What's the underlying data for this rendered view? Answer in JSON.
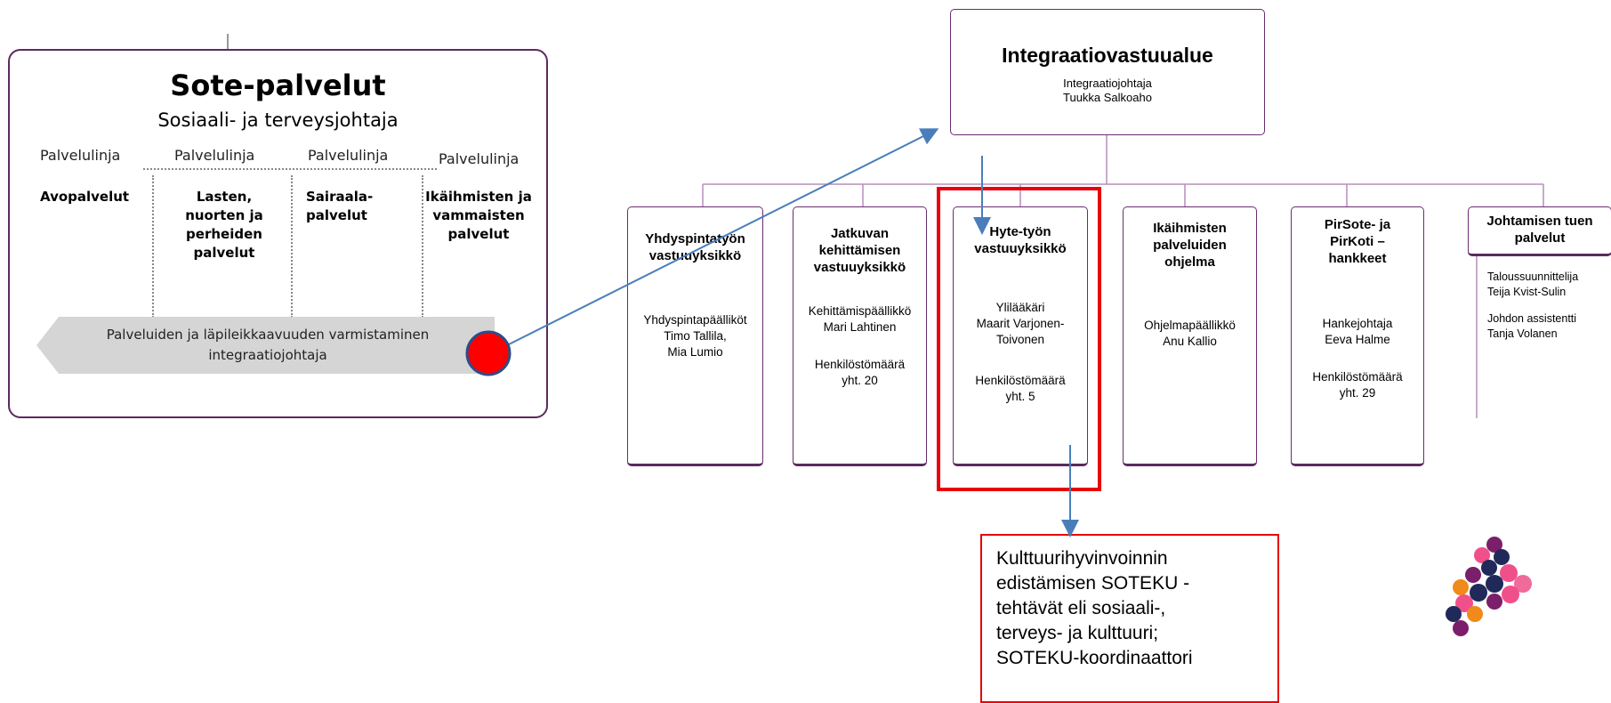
{
  "sote": {
    "title": "Sote-palvelut",
    "subtitle": "Sosiaali- ja terveysjohtaja",
    "lines": [
      {
        "label": "Palvelulinja",
        "service": "Avopalvelut"
      },
      {
        "label": "Palvelulinja",
        "service": "Lasten, nuorten ja perheiden palvelut"
      },
      {
        "label": "Palvelulinja",
        "service": "Sairaala- palvelut"
      },
      {
        "label": "Palvelulinja",
        "service": "Ikäihmisten ja vammaisten palvelut"
      }
    ],
    "arrow_line1": "Palveluiden ja läpileikkaavuuden varmistaminen",
    "arrow_line2": "integraatiojohtaja"
  },
  "org": {
    "top": {
      "title": "Integraatiovastuualue",
      "role": "Integraatiojohtaja",
      "name": "Tuukka Salkoaho"
    },
    "units": [
      {
        "title1": "Yhdyspintatyön",
        "title2": "vastuuyksikkö",
        "title3": "",
        "p1": "Yhdyspintapäälliköt",
        "p2": "Timo Tallila,",
        "p3": "Mia Lumio",
        "p4": "",
        "p5": ""
      },
      {
        "title1": "Jatkuvan",
        "title2": "kehittämisen",
        "title3": "vastuuyksikkö",
        "p1": "Kehittämispäällikkö",
        "p2": "Mari Lahtinen",
        "p3": "",
        "p4": "Henkilöstömäärä",
        "p5": "yht. 20"
      },
      {
        "title1": "Hyte-työn",
        "title2": "vastuuyksikkö",
        "title3": "",
        "p1": "Ylilääkäri",
        "p2": "Maarit Varjonen-",
        "p3": "Toivonen",
        "p4": "Henkilöstömäärä",
        "p5": "yht. 5"
      },
      {
        "title1": "Ikäihmisten",
        "title2": "palveluiden",
        "title3": "ohjelma",
        "p1": "Ohjelmapäällikkö",
        "p2": "Anu Kallio",
        "p3": "",
        "p4": "",
        "p5": ""
      },
      {
        "title1": "PirSote- ja",
        "title2": "PirKoti –",
        "title3": "hankkeet",
        "p1": "Hankejohtaja",
        "p2": "Eeva Halme",
        "p3": "",
        "p4": "Henkilöstömäärä",
        "p5": "yht. 29"
      },
      {
        "title1": "Johtamisen tuen",
        "title2": "palvelut",
        "title3": "",
        "p1": "Taloussuunnittelija",
        "p2": "Teija Kvist-Sulin",
        "p3": "Johdon assistentti",
        "p4": "Tanja Volanen",
        "p5": ""
      }
    ]
  },
  "note": {
    "l1": "Kulttuurihyvinvoinnin",
    "l2": "edistämisen SOTEKU -",
    "l3": "tehtävät eli sosiaali-,",
    "l4": "terveys- ja kulttuuri;",
    "l5": "SOTEKU-koordinaattori"
  },
  "colors": {
    "frame": "#6a2c70",
    "highlight": "#e8000b",
    "connector": "#4a7ebb",
    "marker": "#ff0000",
    "arrow_fill": "#d5d5d5"
  }
}
